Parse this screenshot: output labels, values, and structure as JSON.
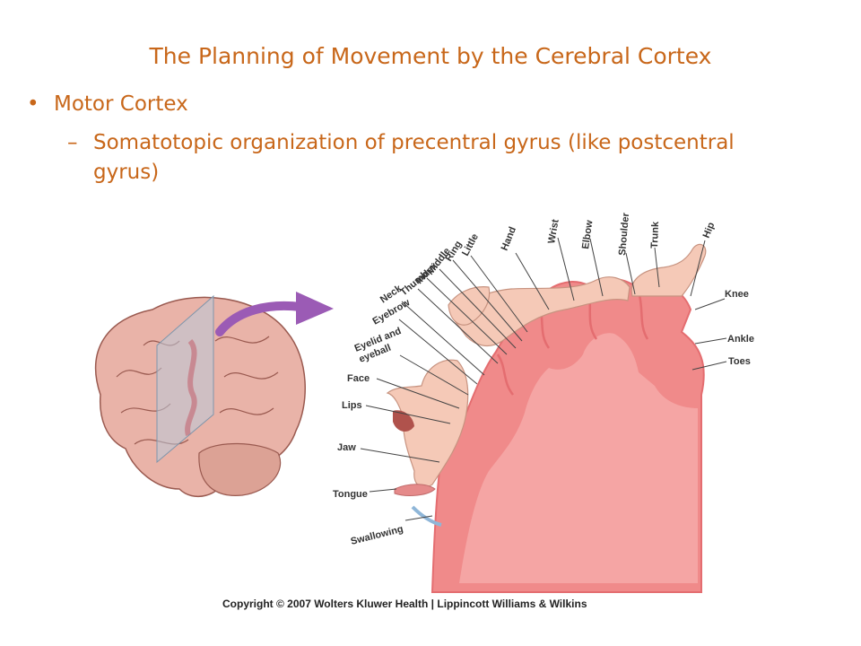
{
  "slide": {
    "title": "The Planning of Movement by the Cerebral Cortex",
    "bullet": "Motor Cortex",
    "sub_bullet": "Somatotopic organization of precentral gyrus (like postcentral gyrus)",
    "bullet_marker": "•",
    "sub_marker": "–"
  },
  "diagram": {
    "labels": {
      "hand": "Hand",
      "wrist": "Wrist",
      "elbow": "Elbow",
      "shoulder": "Shoulder",
      "trunk": "Trunk",
      "hip": "Hip",
      "little": "Little",
      "ring": "Ring",
      "middle": "Middle",
      "index": "Index",
      "thumb": "Thumb",
      "neck": "Neck",
      "eyebrow": "Eyebrow",
      "eyelid1": "Eyelid and",
      "eyelid2": "eyeball",
      "face": "Face",
      "lips": "Lips",
      "jaw": "Jaw",
      "tongue": "Tongue",
      "swallowing": "Swallowing",
      "knee": "Knee",
      "ankle": "Ankle",
      "toes": "Toes"
    },
    "copyright": "Copyright © 2007 Wolters Kluwer Health | Lippincott Williams & Wilkins",
    "colors": {
      "text": "#c8671a",
      "cortex": "#f08a8a",
      "cortex_dark": "#e46d70",
      "homunculus": "#f5c9b7",
      "arrow": "#9b5bb5",
      "brain": "#e9b3a8"
    }
  }
}
